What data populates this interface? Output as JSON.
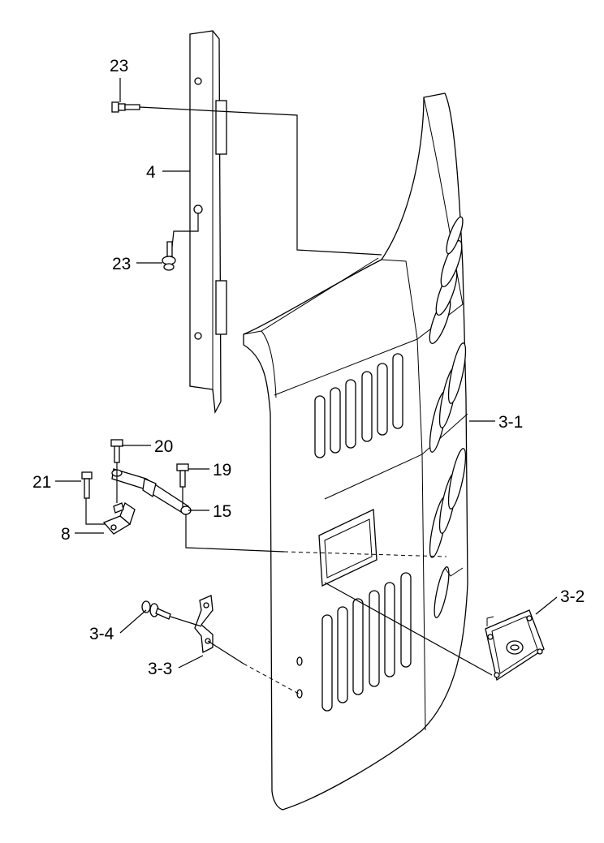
{
  "callouts": {
    "c23_top": "23",
    "c4": "4",
    "c23_mid": "23",
    "c20": "20",
    "c19": "19",
    "c21": "21",
    "c15": "15",
    "c8": "8",
    "c3_1": "3-1",
    "c3_2": "3-2",
    "c3_4": "3-4",
    "c3_3": "3-3"
  }
}
